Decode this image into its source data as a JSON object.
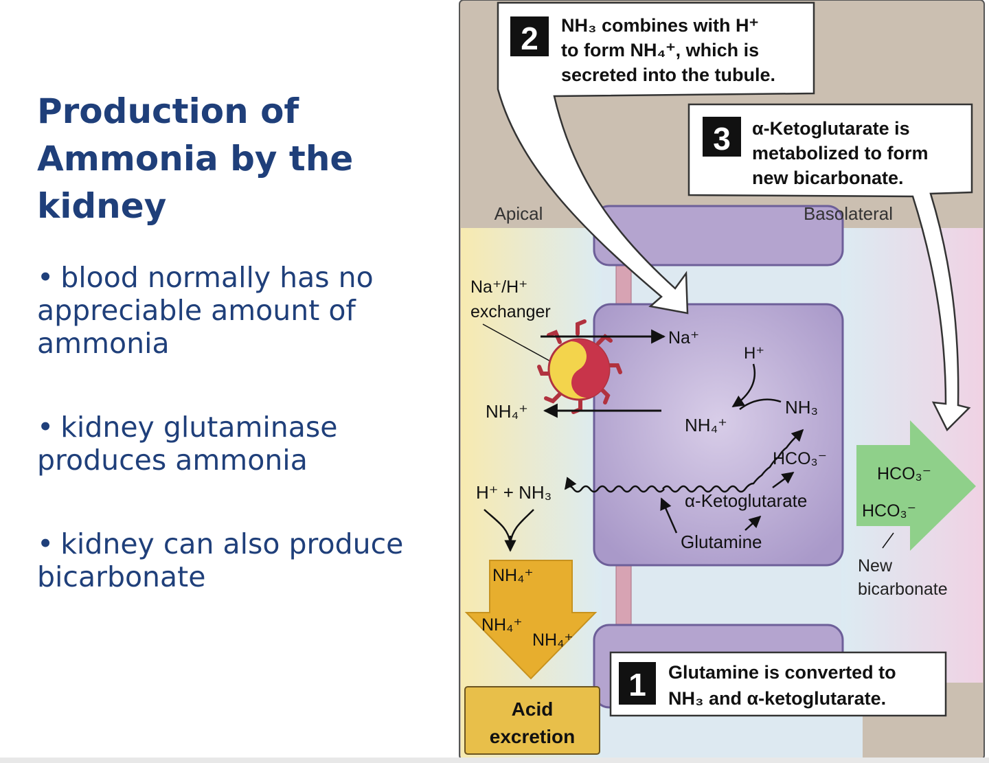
{
  "slide": {
    "title": "Production of Ammonia by the kidney",
    "bullets": [
      "blood normally has no appreciable amount of ammonia",
      "kidney glutaminase produces ammonia",
      "kidney can also produce bicarbonate"
    ]
  },
  "figure": {
    "callouts": [
      {
        "number": "2",
        "lines": [
          "NH₃ combines with H⁺",
          "to form NH₄⁺, which is",
          "secreted into the tubule."
        ]
      },
      {
        "number": "3",
        "lines": [
          "α-Ketoglutarate is",
          "metabolized to form",
          "new bicarbonate."
        ]
      },
      {
        "number": "1",
        "lines": [
          "Glutamine is converted to",
          "NH₃ and α-ketoglutarate."
        ]
      }
    ],
    "region_labels": {
      "apical": "Apical",
      "basolateral": "Basolateral"
    },
    "exchanger_label": [
      "Na⁺/H⁺",
      "exchanger"
    ],
    "cell_labels": {
      "na": "Na⁺",
      "h": "H⁺",
      "nh3": "NH₃",
      "nh4": "NH₄⁺",
      "hco3": "HCO₃⁻",
      "akg": "α-Ketoglutarate",
      "glutamine": "Glutamine"
    },
    "lumen_labels": {
      "nh4_out": "NH₄⁺",
      "h_plus_nh3": "H⁺ + NH₃",
      "nh4_a": "NH₄⁺",
      "nh4_b": "NH₄⁺",
      "nh4_c": "NH₄⁺",
      "acid_excretion": [
        "Acid",
        "excretion"
      ]
    },
    "blood_labels": {
      "hco3_a": "HCO₃⁻",
      "hco3_b": "HCO₃⁻",
      "new_bicarbonate": [
        "New",
        "bicarbonate"
      ]
    },
    "colors": {
      "text_blue": "#1f3f7a",
      "cell_purple": "#b9a9d3",
      "lumen_yellow": "#f5e7a8",
      "blood_pink": "#f0d7e6",
      "green_arrow": "#8fd08a",
      "yellow_arrow": "#e7ae2e",
      "frame_beige": "#cbbfb1"
    }
  }
}
